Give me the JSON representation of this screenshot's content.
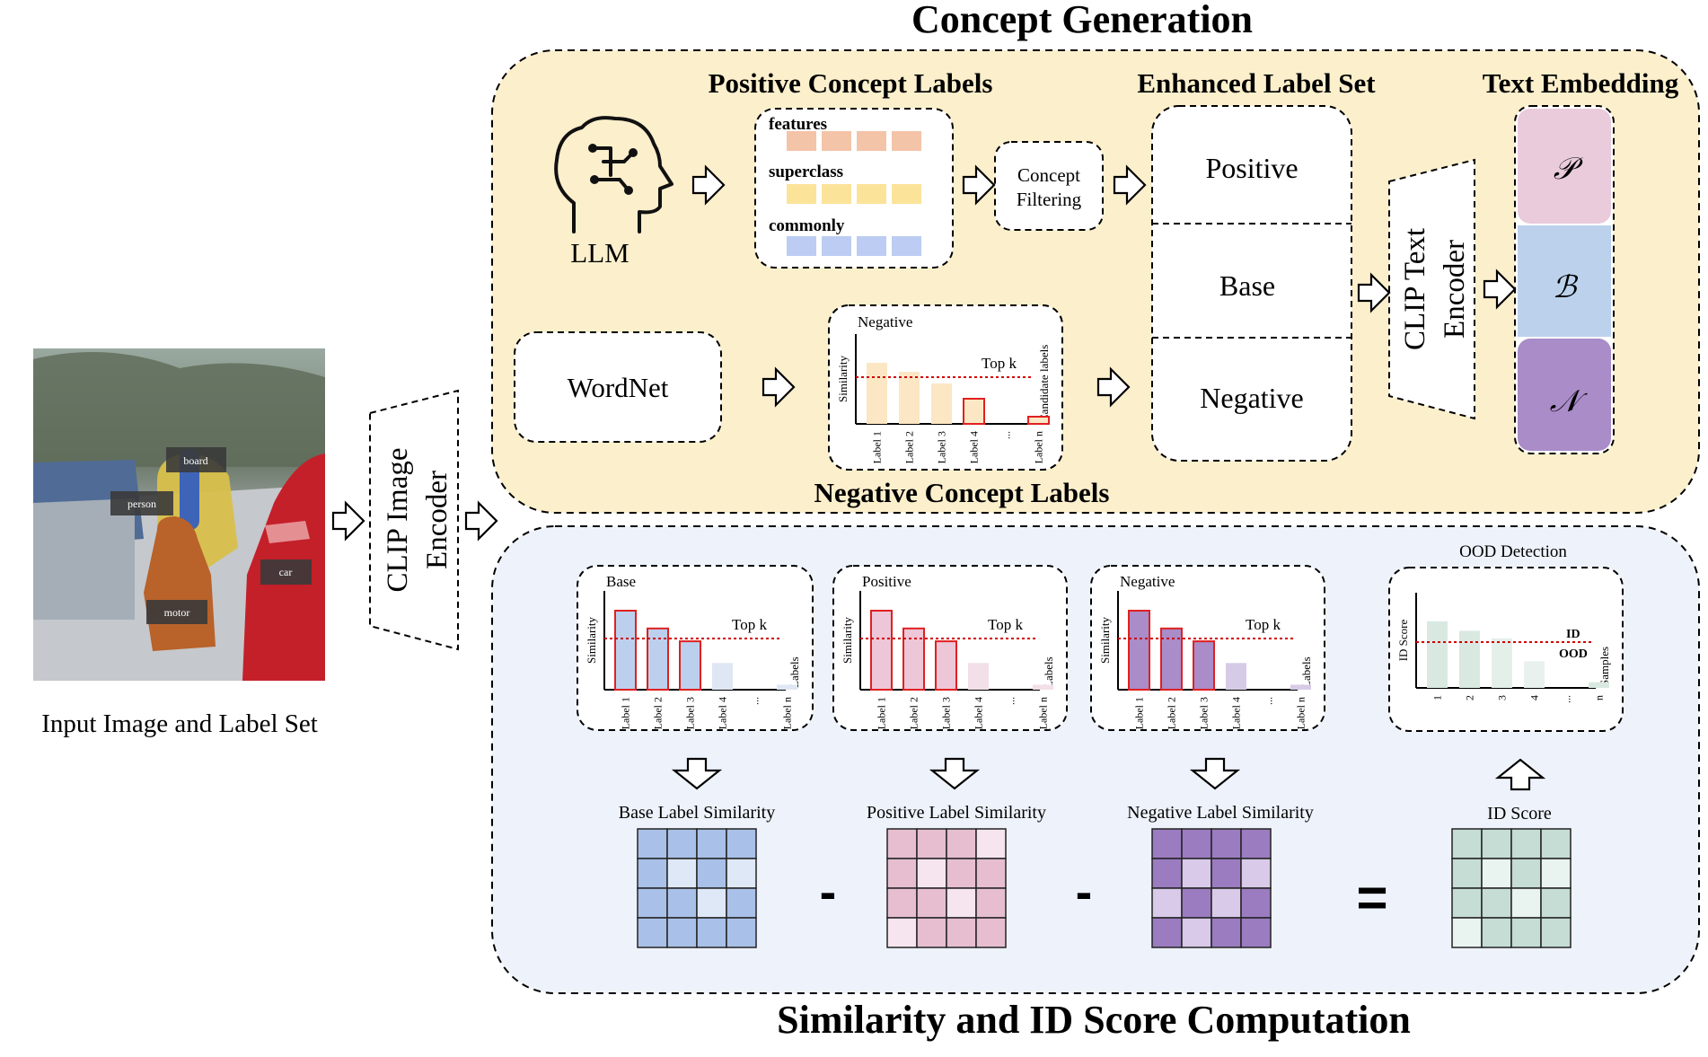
{
  "titles": {
    "concept_generation": "Concept Generation",
    "similarity": "Similarity and ID Score Computation",
    "positive_concept_labels": "Positive Concept Labels",
    "negative_concept_labels": "Negative Concept Labels",
    "enhanced_label_set": "Enhanced Label Set",
    "text_embedding": "Text Embedding"
  },
  "input": {
    "caption": "Input Image and Label Set",
    "labels": [
      "board",
      "person",
      "car",
      "motor"
    ]
  },
  "encoders": {
    "image_line1": "CLIP Image",
    "image_line2": "Encoder",
    "text_line1": "CLIP Text",
    "text_line2": "Encoder"
  },
  "llm": {
    "label": "LLM"
  },
  "wordnet": {
    "label": "WordNet"
  },
  "positive_box": {
    "groups": [
      "features",
      "superclass",
      "commonly"
    ],
    "colors": [
      "#f4c4a8",
      "#fbe39a",
      "#bcccf2"
    ]
  },
  "filter": {
    "line1": "Concept",
    "line2": "Filtering"
  },
  "enhanced": {
    "items": [
      "Positive",
      "Base",
      "Negative"
    ]
  },
  "embedding": {
    "symbols": [
      "𝒫",
      "ℬ",
      "𝒩"
    ],
    "colors": [
      "#e9cbdc",
      "#bcd1ec",
      "#a98cc8"
    ]
  },
  "neg_chart": {
    "title": "Negative",
    "ylabel": "Similarity",
    "xlabel": "Candidate labels",
    "topk": "Top k",
    "ticks": [
      "Label 1",
      "Label 2",
      "Label 3",
      "Label 4",
      "...",
      "Label n"
    ]
  },
  "charts": [
    {
      "title": "Base",
      "ylabel": "Similarity",
      "xlabel": "Labels",
      "topk": "Top k",
      "ticks": [
        "Label 1",
        "Label 2",
        "Label 3",
        "Label 4",
        "...",
        "Label n"
      ],
      "fill": "#bcd0ee",
      "caption": "Base Label Similarity"
    },
    {
      "title": "Positive",
      "ylabel": "Similarity",
      "xlabel": "Labels",
      "topk": "Top k",
      "ticks": [
        "Label 1",
        "Label 2",
        "Label 3",
        "Label 4",
        "...",
        "Label n"
      ],
      "fill": "#edc6d8",
      "caption": "Positive Label Similarity"
    },
    {
      "title": "Negative",
      "ylabel": "Similarity",
      "xlabel": "Labels",
      "topk": "Top k",
      "ticks": [
        "Label 1",
        "Label 2",
        "Label 3",
        "Label 4",
        "...",
        "Label n"
      ],
      "fill": "#a98cc8",
      "caption": "Negative Label Similarity"
    }
  ],
  "ood": {
    "title": "OOD Detection",
    "ylabel": "ID Score",
    "xlabel": "Samples",
    "id": "ID",
    "ood": "OOD",
    "ticks": [
      "1",
      "2",
      "3",
      "4",
      "...",
      "n"
    ],
    "caption": "ID Score"
  },
  "operators": [
    "-",
    "-",
    "="
  ],
  "grid_colors": {
    "base": [
      "#a9c1e8",
      "#dfe8f6"
    ],
    "positive": [
      "#e6bed0",
      "#f6e5ee"
    ],
    "negative": [
      "#9b7cc0",
      "#d8cae8"
    ],
    "score": [
      "#c5ddd4",
      "#e9f3ef"
    ]
  }
}
